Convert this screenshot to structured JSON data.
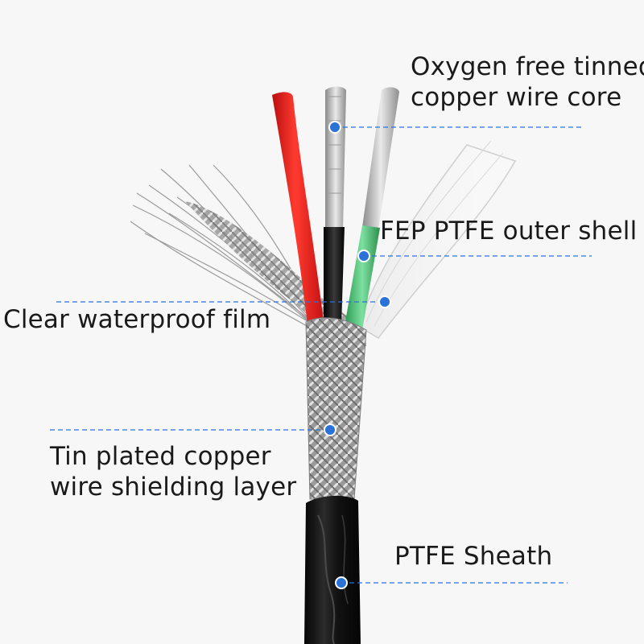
{
  "callouts": {
    "core": {
      "line1": "Oxygen free tinned",
      "line2": "copper wire core"
    },
    "fep": {
      "text": "FEP PTFE outer shell"
    },
    "film": {
      "text": "Clear waterproof film"
    },
    "shield": {
      "line1": "Tin plated copper",
      "line2": "wire shielding layer"
    },
    "sheath": {
      "text": "PTFE Sheath"
    }
  },
  "colors": {
    "leader": "#2a72d8",
    "red_wire": "#e41d1d",
    "black_wire": "#111111",
    "green_wire": "#3fb36a",
    "sheath": "#141414",
    "braid": "#a7a7a7",
    "background": "#f7f7f7"
  }
}
